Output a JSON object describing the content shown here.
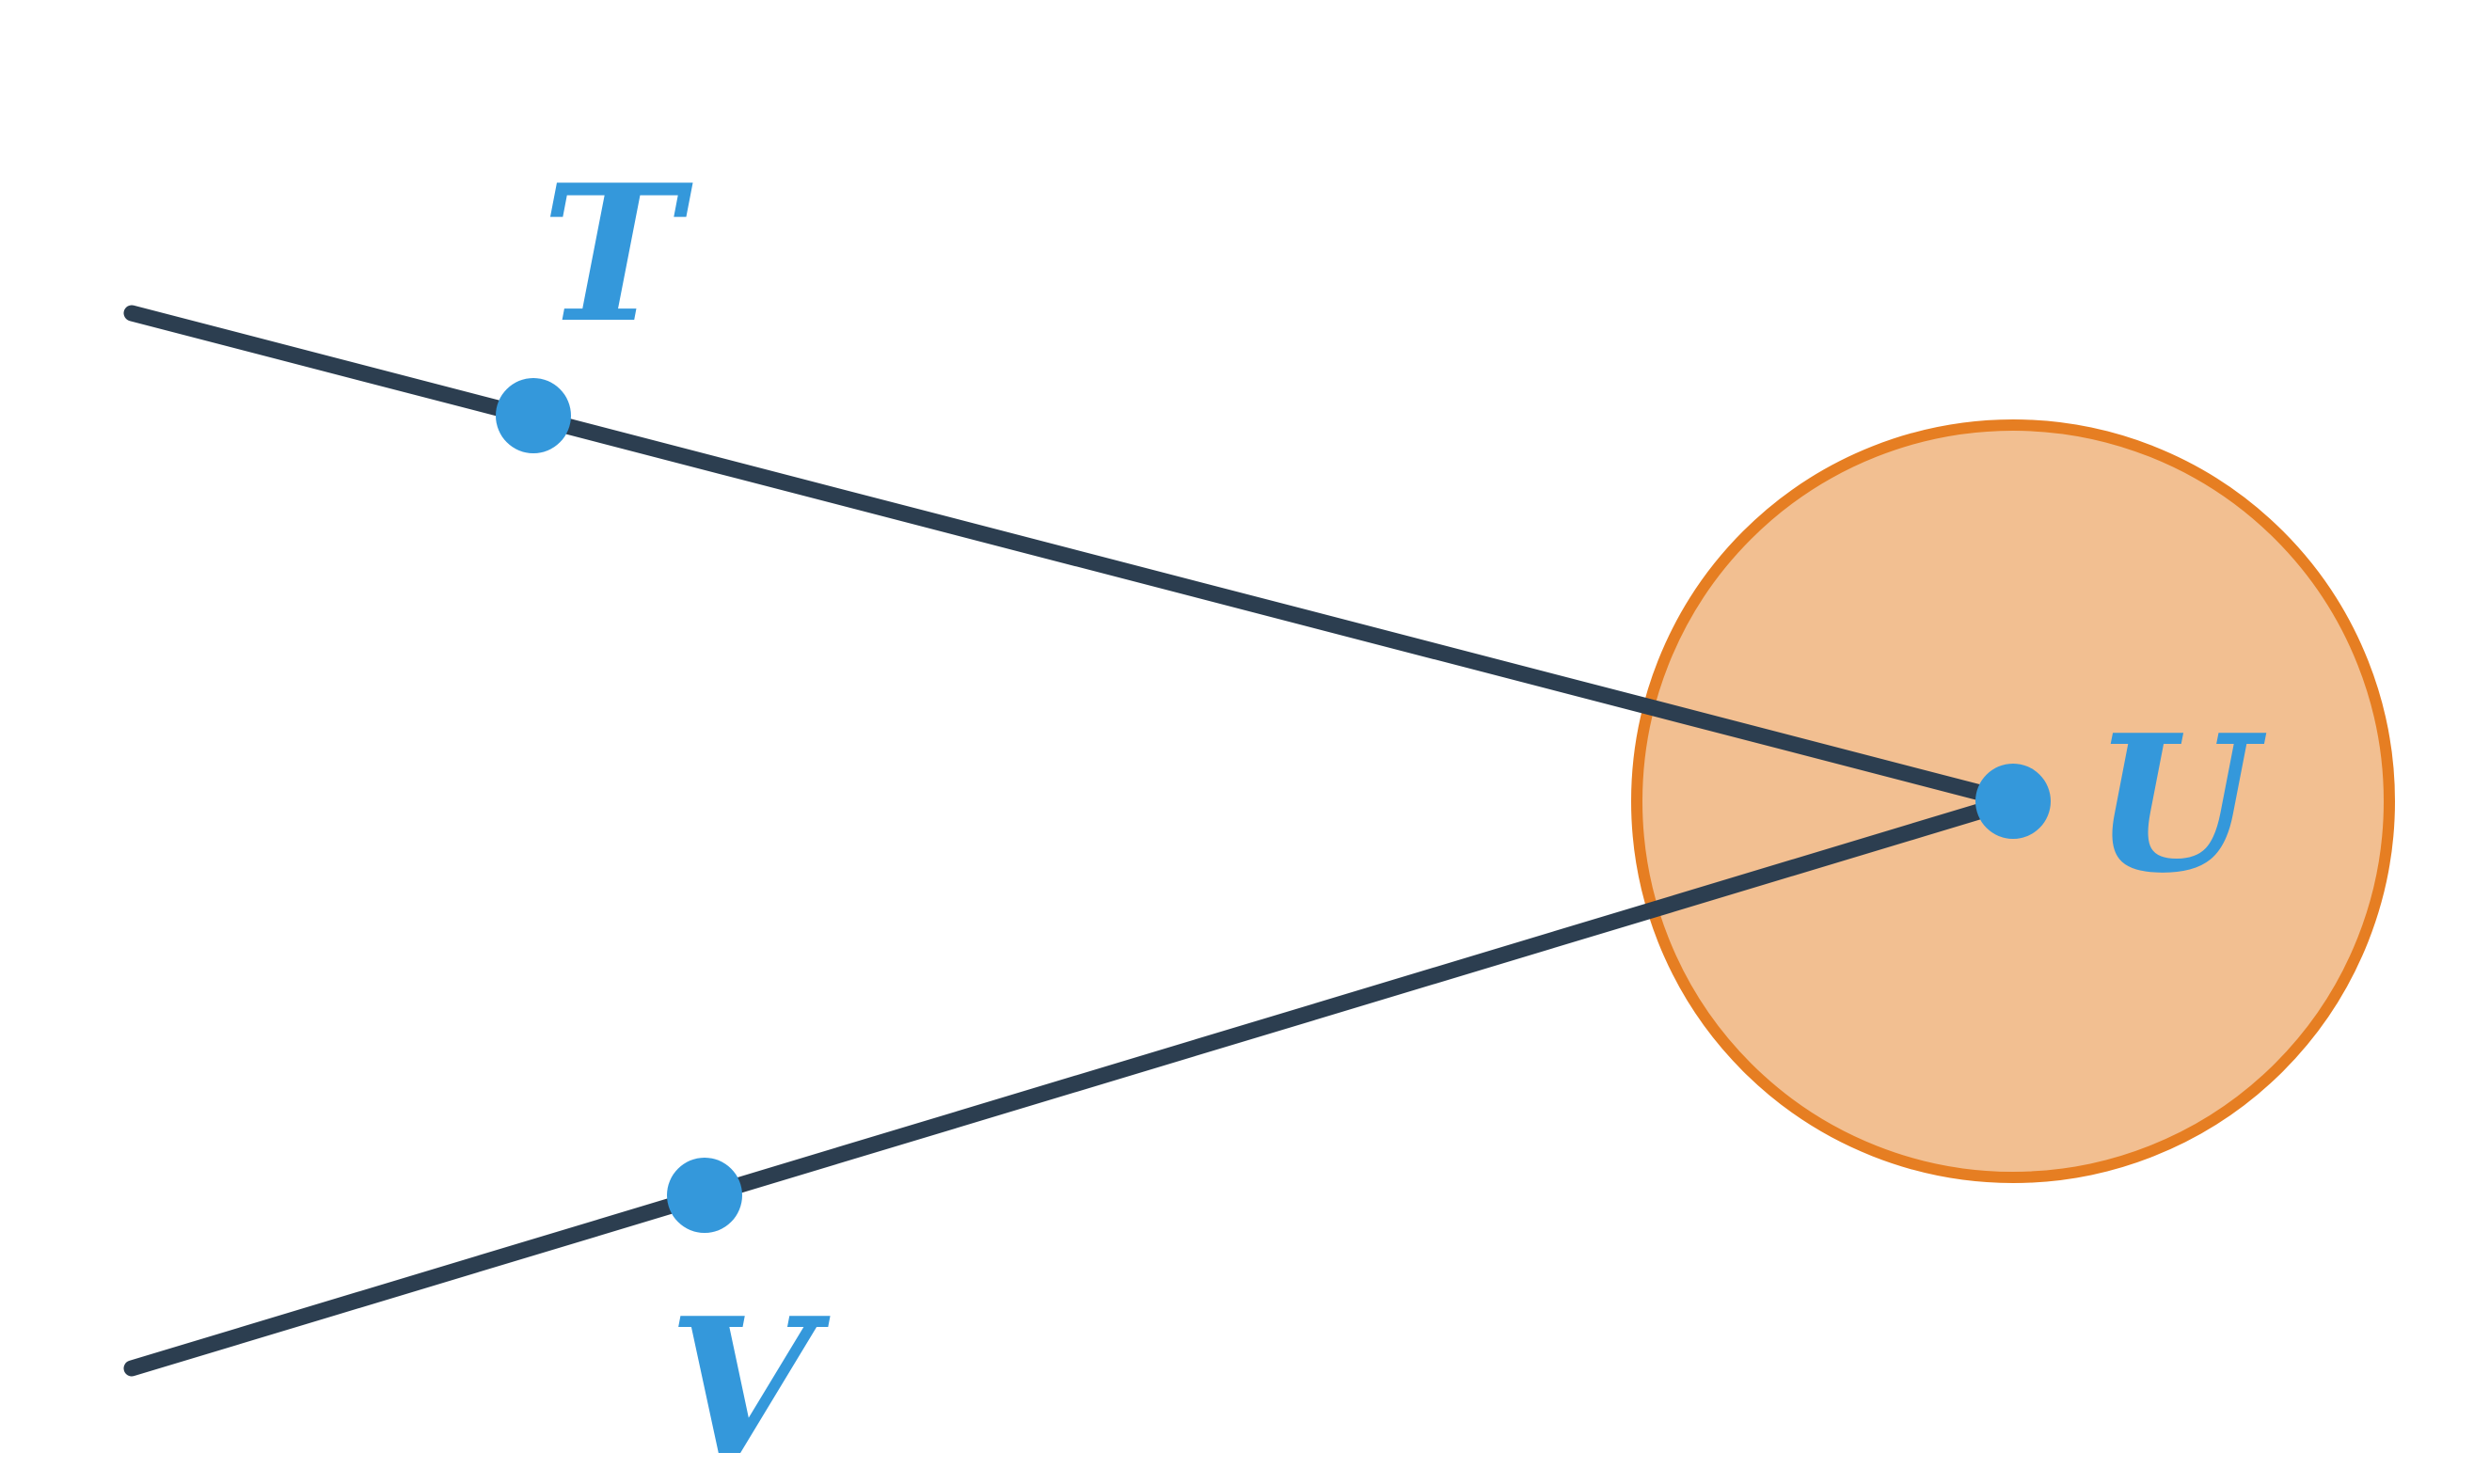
{
  "points": {
    "T": {
      "label": "T"
    },
    "U": {
      "label": "U"
    },
    "V": {
      "label": "V"
    }
  },
  "colors": {
    "background": "#ffffff",
    "ray": "#2c3e50",
    "point": "#3498db",
    "label": "#3498db",
    "circle_fill": "#f2bf91",
    "circle_stroke": "#e67e22"
  }
}
